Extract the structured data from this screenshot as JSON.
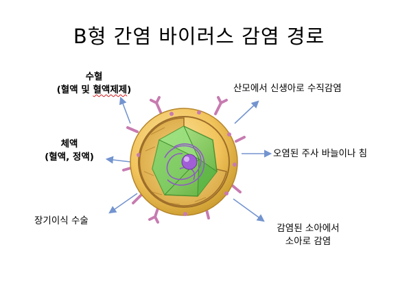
{
  "title": "B형 간염 바이러스 감염 경로",
  "routes": {
    "blood_title": "수혈",
    "blood_detail_prefix": "(혈액 및 ",
    "blood_detail_marked": "혈액제제",
    "blood_detail_suffix": ")",
    "fluid_title": "체액",
    "fluid_detail": "(혈액, 정액)",
    "organ": "장기이식 수술",
    "vertical": "산모에서 신생아로 수직감염",
    "needle": "오염된 주사 바늘이나 침",
    "child_line1": "감염된 소아에서",
    "child_line2": "소아로 감염"
  },
  "colors": {
    "arrow": "#7394cf",
    "envelope": "#f2c45c",
    "envelope_dark": "#c99a2c",
    "spike": "#c77bb0",
    "core": "#7fd06a",
    "rna": "#8f5bc4"
  }
}
